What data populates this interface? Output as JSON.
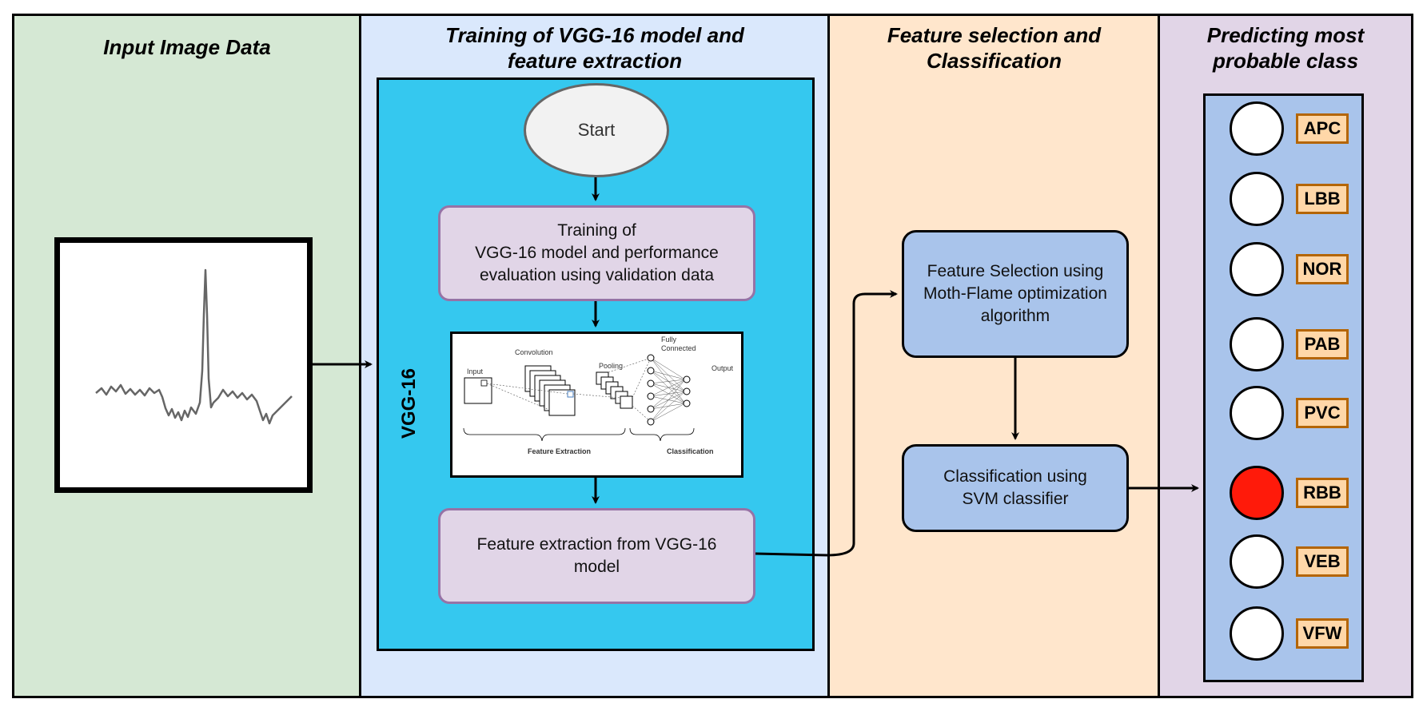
{
  "panels": {
    "input": {
      "title": "Input Image Data"
    },
    "training": {
      "title_line1": "Training of VGG-16 model and",
      "title_line2": "feature extraction"
    },
    "selection": {
      "title_line1": "Feature selection and",
      "title_line2": "Classification"
    },
    "predicting": {
      "title_line1": "Predicting most",
      "title_line2": "probable class"
    }
  },
  "flow": {
    "start_label": "Start",
    "training_box": [
      "Training of",
      "VGG-16 model and performance",
      "evaluation using validation data"
    ],
    "vgg_label": "VGG-16",
    "feature_extraction_box": [
      "Feature extraction from VGG-16",
      "model"
    ],
    "mfo_box": [
      "Feature Selection using",
      "Moth-Flame optimization",
      "algorithm"
    ],
    "svm_box": [
      "Classification using",
      "SVM classifier"
    ]
  },
  "vgg_diagram": {
    "input_label": "Input",
    "convolution_label": "Convolution",
    "pooling_label": "Pooling",
    "fully_connected_line1": "Fully",
    "fully_connected_line2": "Connected",
    "output_label": "Output",
    "feature_extraction_label": "Feature Extraction",
    "classification_label": "Classification"
  },
  "classes": [
    {
      "label": "APC",
      "selected": false
    },
    {
      "label": "LBB",
      "selected": false
    },
    {
      "label": "NOR",
      "selected": false
    },
    {
      "label": "PAB",
      "selected": false
    },
    {
      "label": "PVC",
      "selected": false
    },
    {
      "label": "RBB",
      "selected": true
    },
    {
      "label": "VEB",
      "selected": false
    },
    {
      "label": "VFW",
      "selected": false
    }
  ],
  "colors": {
    "panel_input": "#d5e8d4",
    "panel_training": "#dae8fc",
    "panel_selection": "#ffe6cc",
    "panel_predicting": "#e1d5e7",
    "vgg_area": "#35c8ef",
    "process_box": "#e1d5e7",
    "process_border": "#9673a6",
    "blue_box": "#a9c4eb",
    "class_label_fill": "#ffd7a8",
    "class_label_border": "#b46504",
    "selected_class": "#ff1a0a"
  }
}
